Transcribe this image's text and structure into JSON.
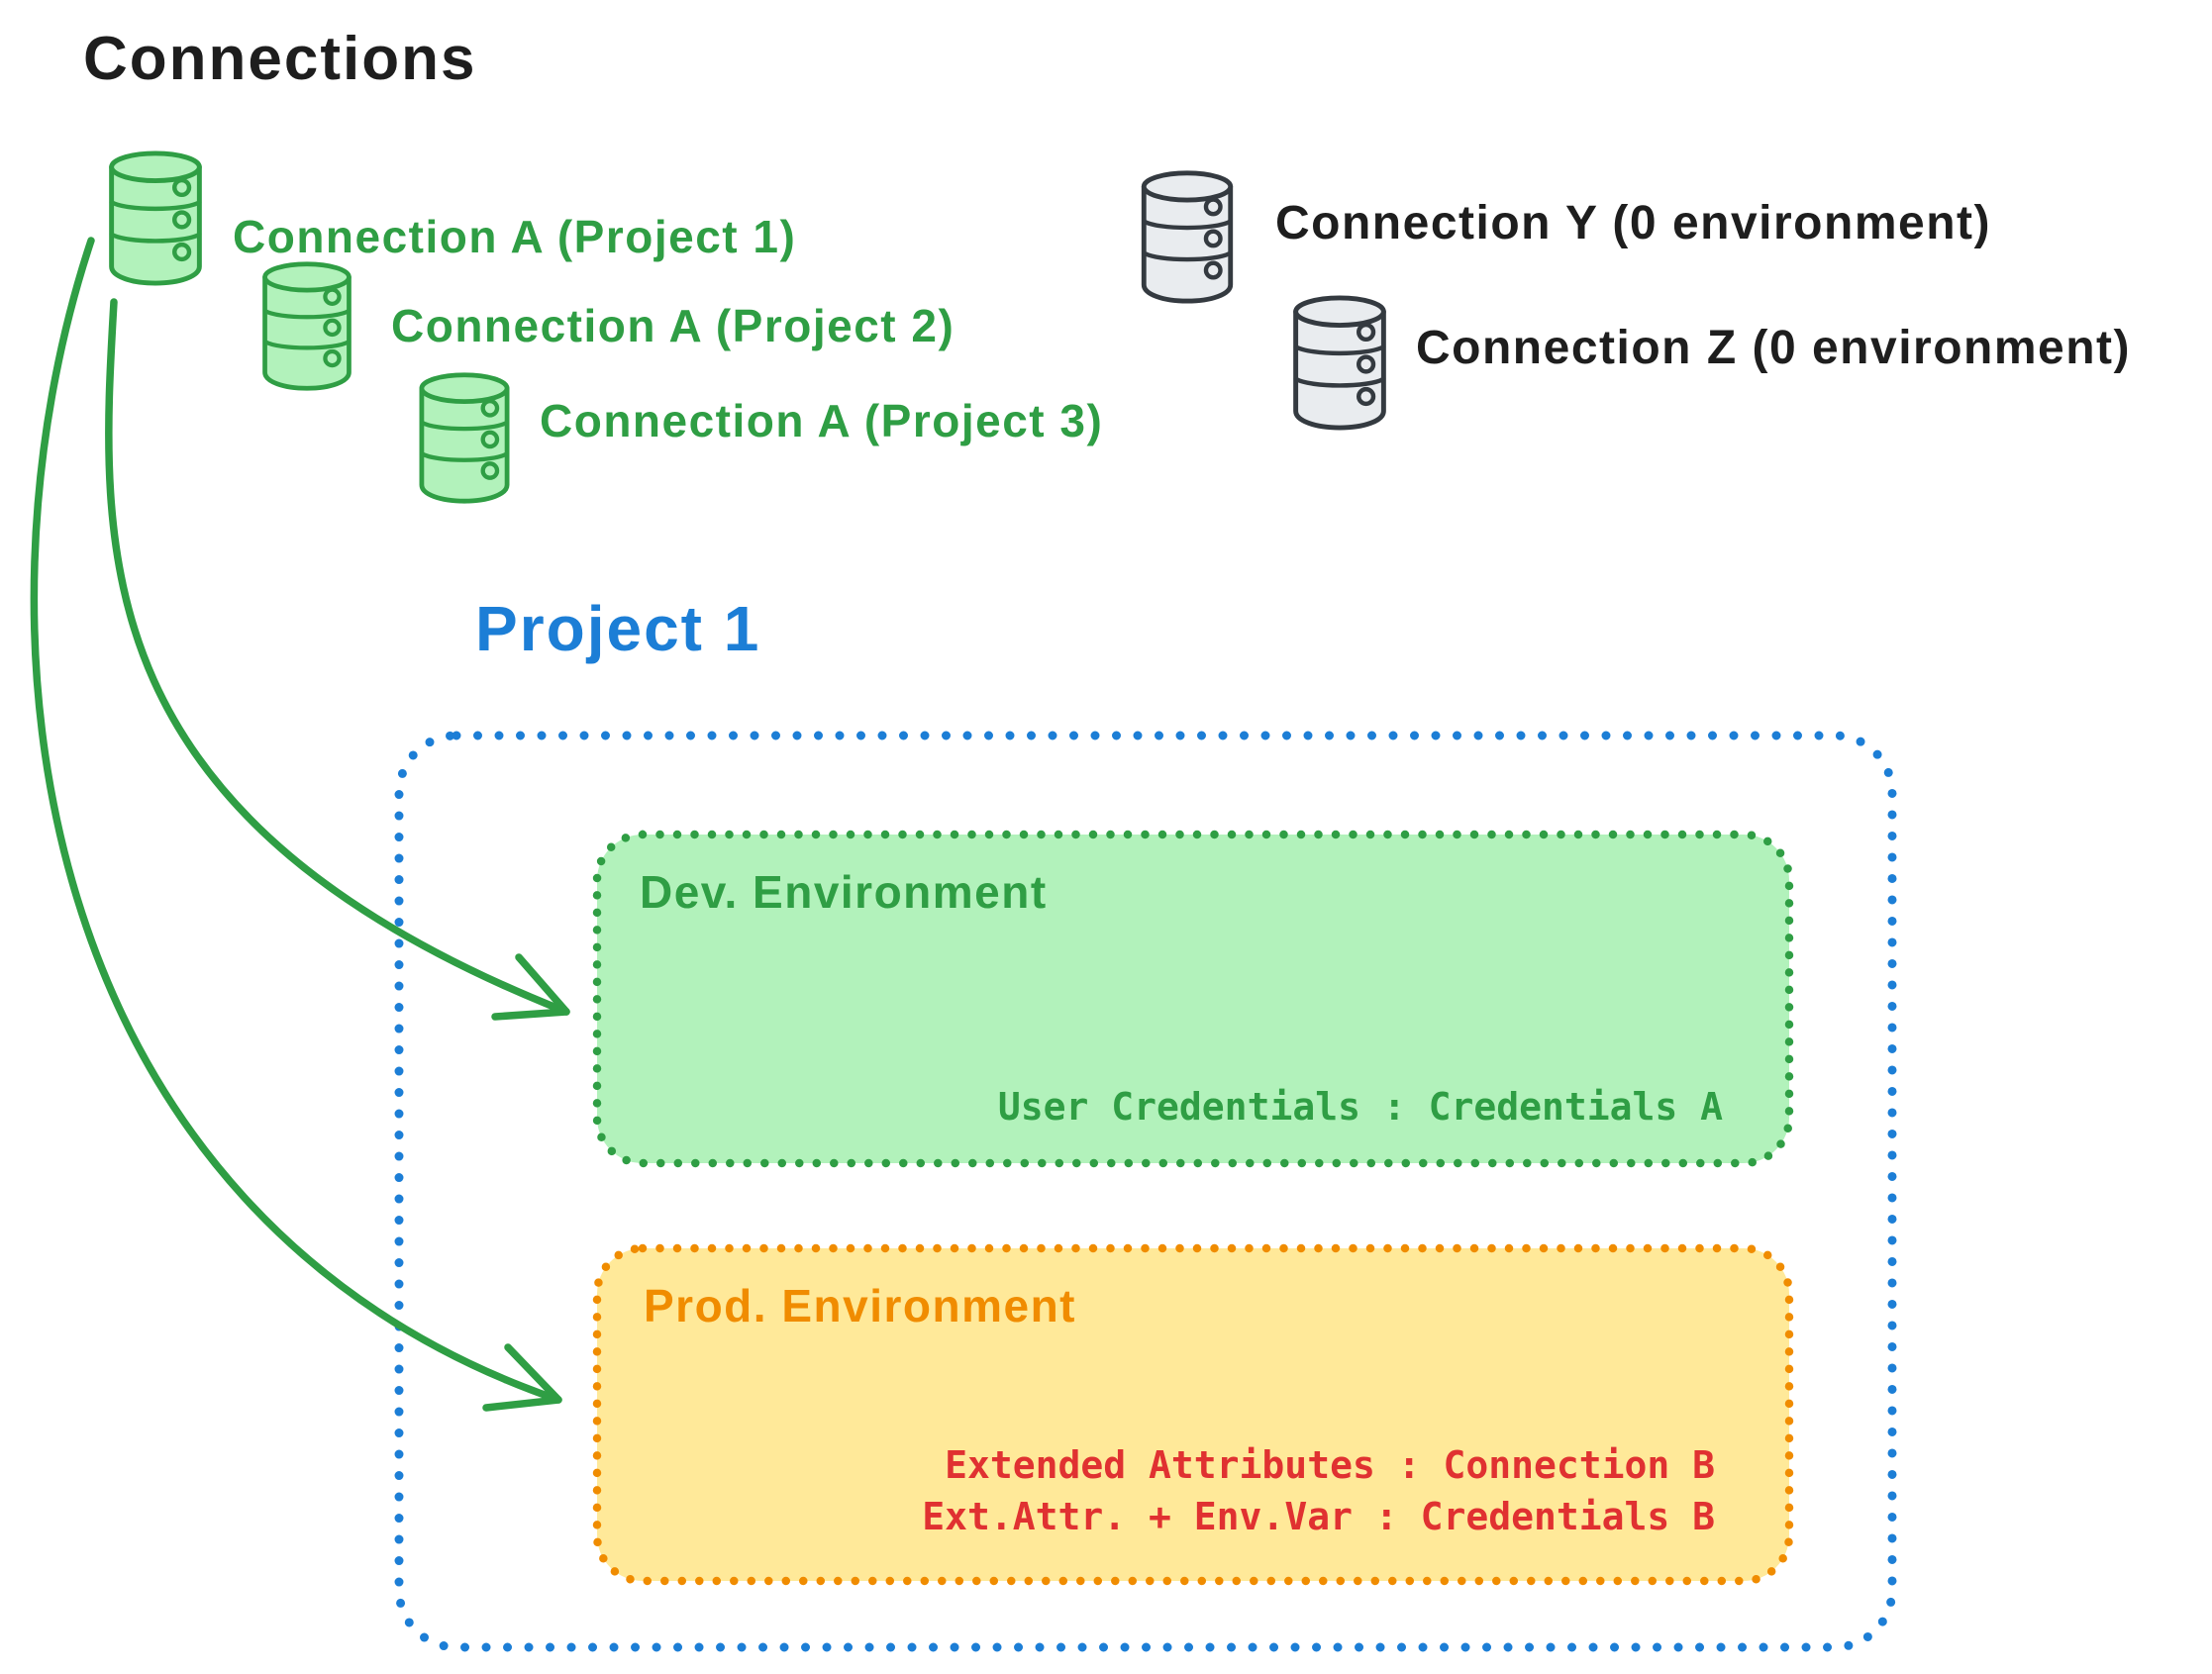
{
  "title": "Connections",
  "connections": {
    "assigned": [
      {
        "icon": "database-icon",
        "label": "Connection A (Project 1)"
      },
      {
        "icon": "database-icon",
        "label": "Connection A (Project 2)"
      },
      {
        "icon": "database-icon",
        "label": "Connection A (Project 3)"
      }
    ],
    "unassigned": [
      {
        "icon": "database-icon",
        "label": "Connection Y (0 environment)"
      },
      {
        "icon": "database-icon",
        "label": "Connection Z (0 environment)"
      }
    ]
  },
  "project": {
    "heading": "Project 1",
    "dev_environment": {
      "title": "Dev. Environment",
      "credentials": "User Credentials : Credentials A"
    },
    "prod_environment": {
      "title": "Prod. Environment",
      "lines": [
        "Extended Attributes : Connection B",
        "Ext.Attr. + Env.Var : Credentials B"
      ]
    }
  },
  "colors": {
    "text_dark": "#1e1e1e",
    "green_stroke": "#2f9e44",
    "green_fill": "#b2f2bb",
    "blue": "#1c7ed6",
    "orange_stroke": "#f08c00",
    "yellow_fill": "#ffe999",
    "red_text": "#e03131",
    "gray_fill": "#e9ecef",
    "gray_stroke": "#343a40"
  }
}
